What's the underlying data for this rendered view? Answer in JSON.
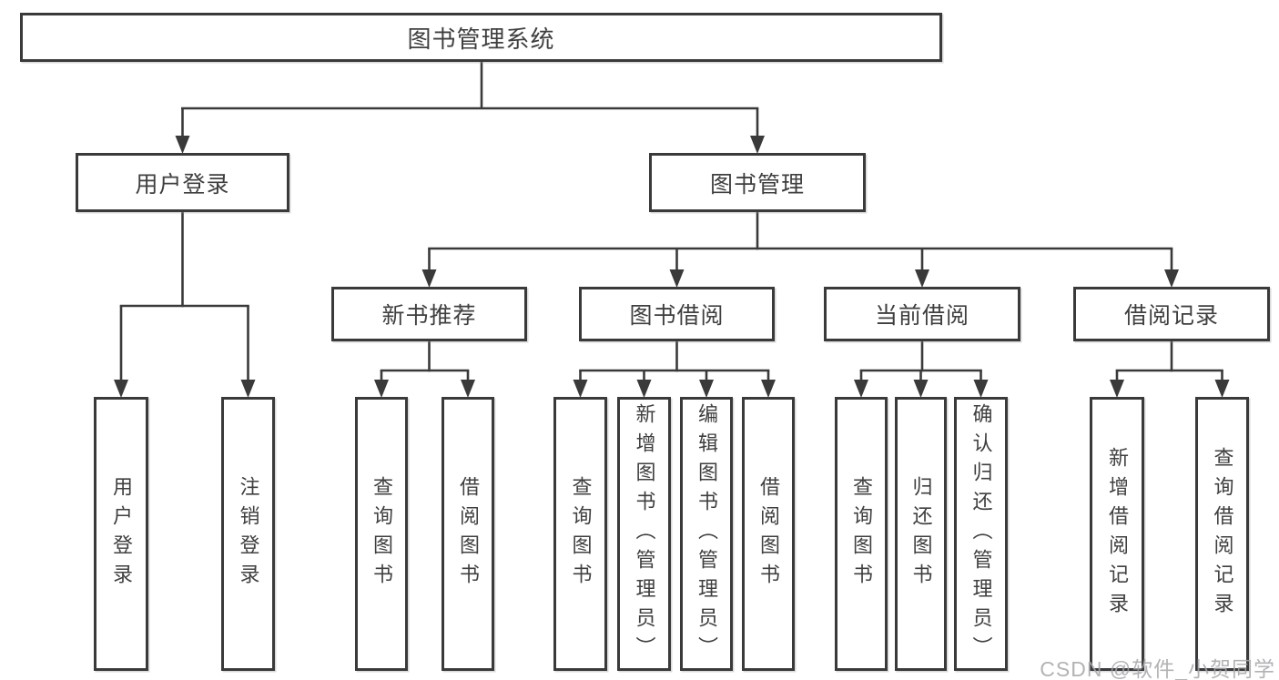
{
  "diagram": {
    "root": {
      "label": "图书管理系统"
    },
    "level2": [
      {
        "label": "用户登录"
      },
      {
        "label": "图书管理"
      }
    ],
    "level3": [
      {
        "label": "新书推荐"
      },
      {
        "label": "图书借阅"
      },
      {
        "label": "当前借阅"
      },
      {
        "label": "借阅记录"
      }
    ],
    "leaves": [
      {
        "label": "用户登录"
      },
      {
        "label": "注销登录"
      },
      {
        "label": "查询图书"
      },
      {
        "label": "借阅图书"
      },
      {
        "label": "查询图书"
      },
      {
        "label": "新增图书（管理员）"
      },
      {
        "label": "编辑图书（管理员）"
      },
      {
        "label": "借阅图书"
      },
      {
        "label": "查询图书"
      },
      {
        "label": "归还图书"
      },
      {
        "label": "确认归还（管理员）"
      },
      {
        "label": "新增借阅记录"
      },
      {
        "label": "查询借阅记录"
      }
    ]
  },
  "watermark": {
    "text": "CSDN @软件_小贺同学"
  },
  "colors": {
    "line": "#3a3a3a",
    "text": "#3f3f3f",
    "watermark": "#a6a6ab",
    "background": "#ffffff"
  }
}
